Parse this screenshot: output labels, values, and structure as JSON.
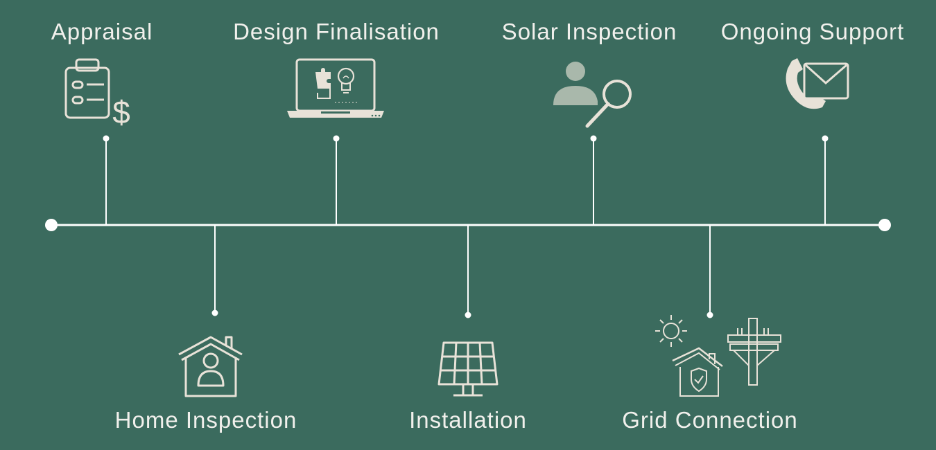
{
  "colors": {
    "background": "#3b6b5e",
    "line": "#ffffff",
    "icon_light": "#e8e2d8",
    "icon_sage": "#a9b8ab"
  },
  "steps": [
    {
      "label": "Appraisal",
      "icon": "clipboard-dollar-icon"
    },
    {
      "label": "Home Inspection",
      "icon": "house-person-icon"
    },
    {
      "label": "Design Finalisation",
      "icon": "laptop-puzzle-bulb-icon"
    },
    {
      "label": "Installation",
      "icon": "solar-panel-icon"
    },
    {
      "label": "Solar Inspection",
      "icon": "person-magnifier-icon"
    },
    {
      "label": "Grid Connection",
      "icon": "sun-house-powerline-icon"
    },
    {
      "label": "Ongoing Support",
      "icon": "phone-envelope-icon"
    }
  ]
}
